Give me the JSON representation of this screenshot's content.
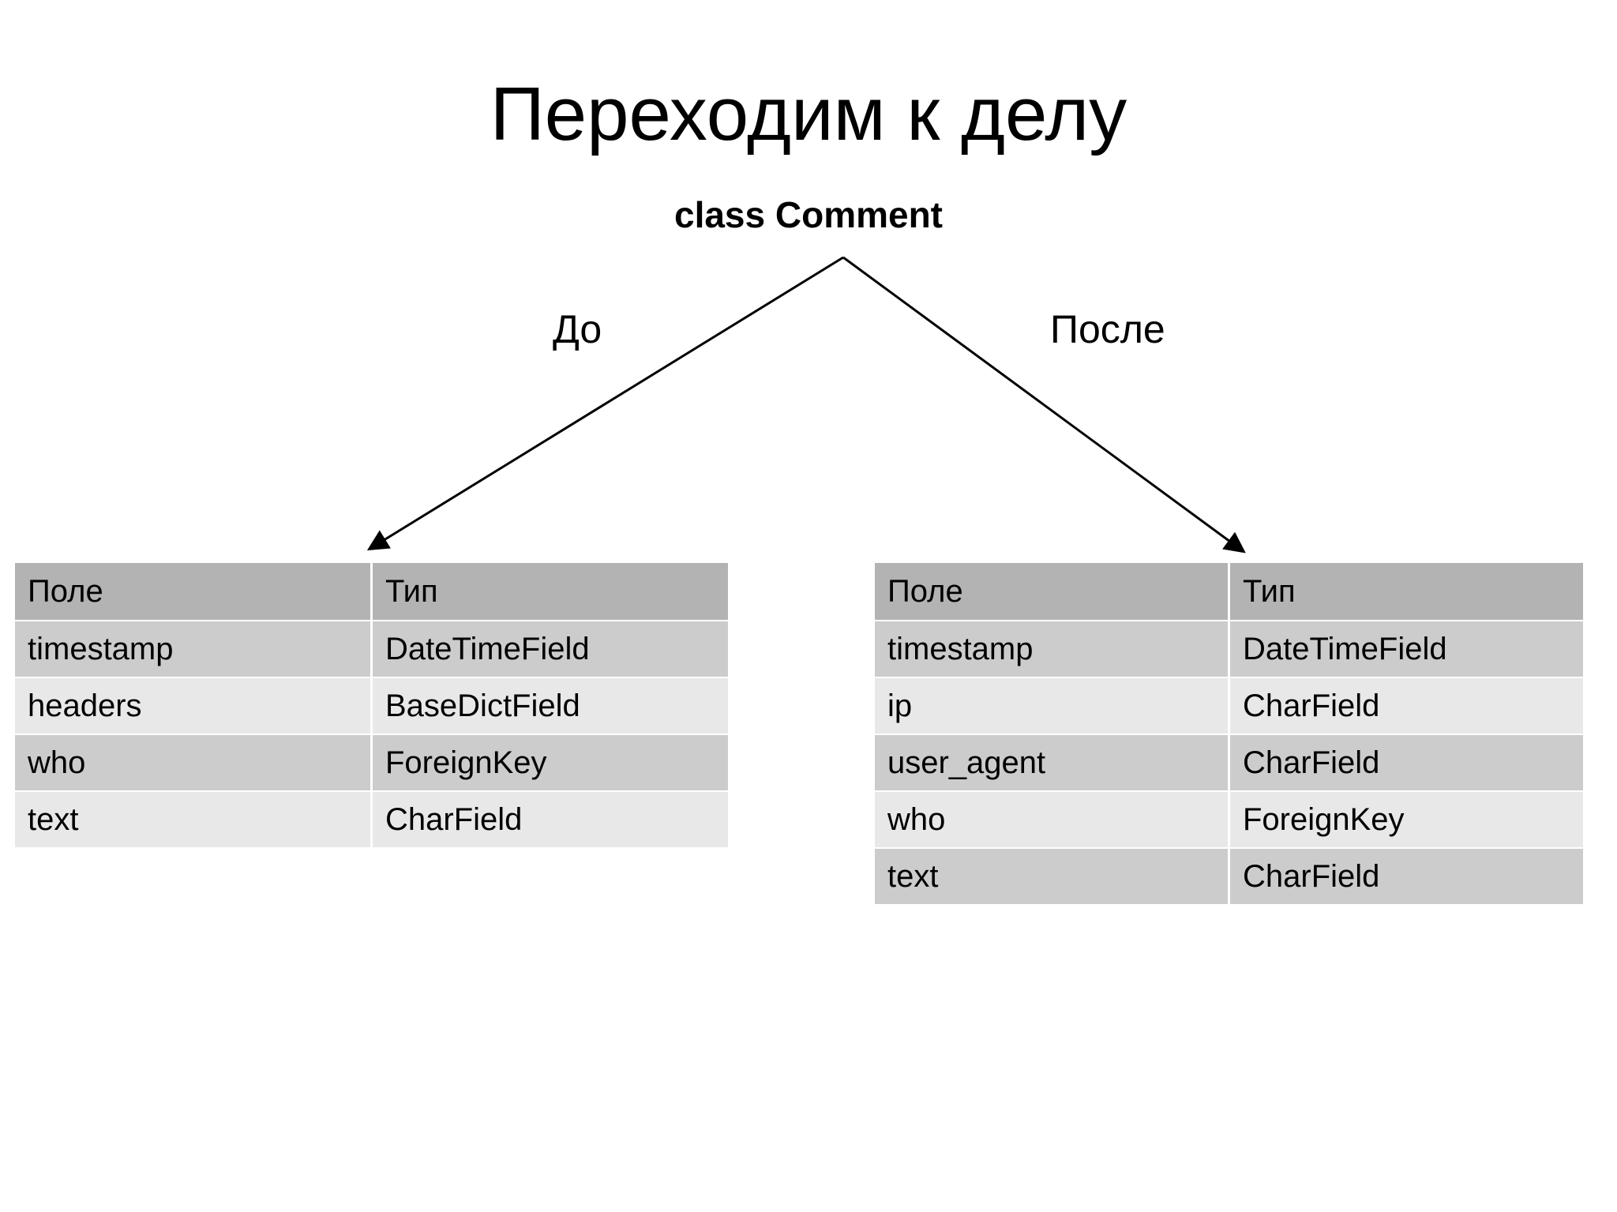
{
  "slide": {
    "title": "Переходим к делу",
    "subtitle": "class Comment"
  },
  "branches": {
    "before_label": "До",
    "after_label": "После"
  },
  "colors": {
    "background": "#ffffff",
    "text": "#000000",
    "header_row": "#b3b3b3",
    "row_dark": "#cccccc",
    "row_light": "#e8e8e8",
    "connector_line": "#000000"
  },
  "tables": {
    "before": {
      "columns": [
        "Поле",
        "Тип"
      ],
      "rows": [
        [
          "timestamp",
          "DateTimeField"
        ],
        [
          "headers",
          "BaseDictField"
        ],
        [
          "who",
          "ForeignKey"
        ],
        [
          "text",
          "CharField"
        ]
      ]
    },
    "after": {
      "columns": [
        "Поле",
        "Тип"
      ],
      "rows": [
        [
          "timestamp",
          "DateTimeField"
        ],
        [
          "ip",
          "CharField"
        ],
        [
          "user_agent",
          "CharField"
        ],
        [
          "who",
          "ForeignKey"
        ],
        [
          "text",
          "CharField"
        ]
      ]
    }
  }
}
